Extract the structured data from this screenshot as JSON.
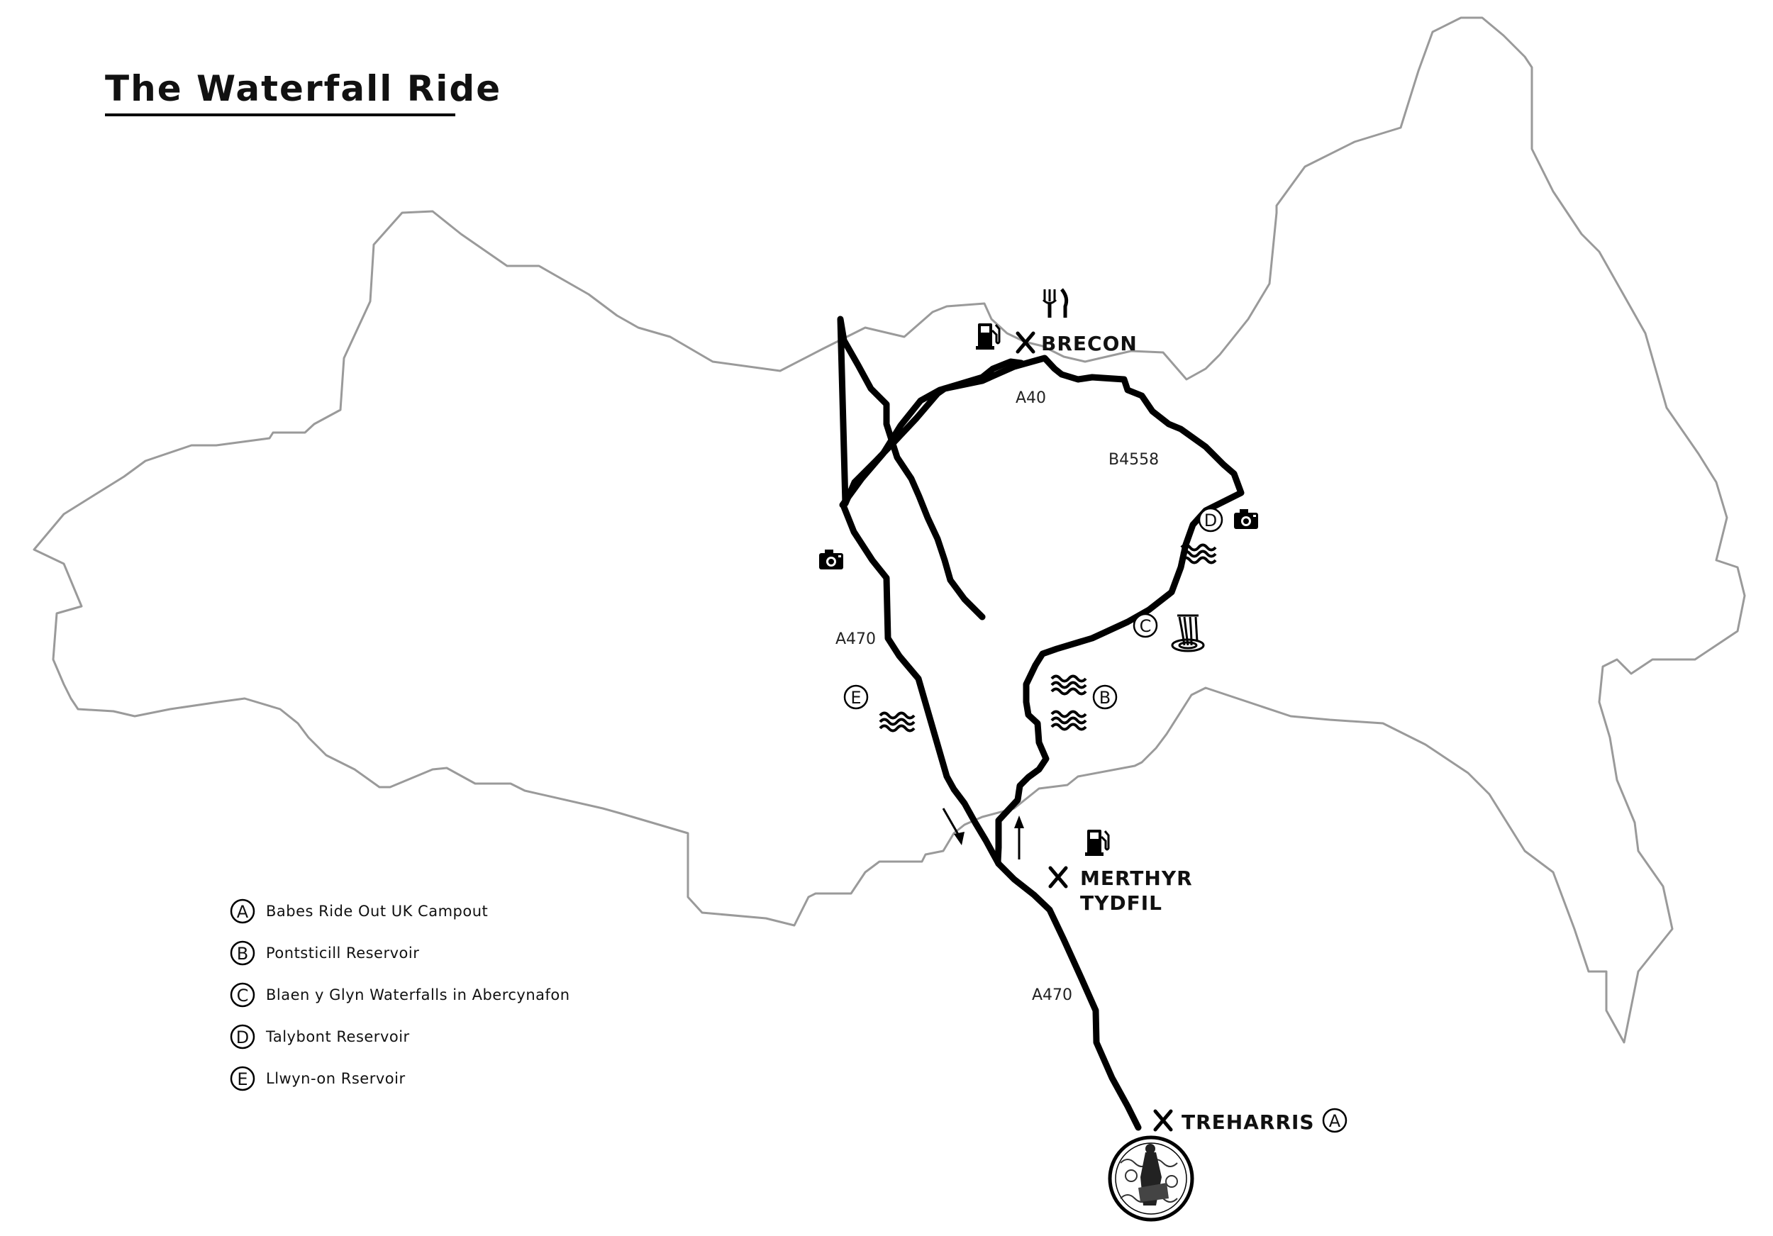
{
  "title": "The Waterfall Ride",
  "places": {
    "brecon": "BRECON",
    "merthyr_line1": "MERTHYR",
    "merthyr_line2": "TYDFIL",
    "treharris": "TREHARRIS"
  },
  "roads": {
    "a40": "A40",
    "b4558": "B4558",
    "a470_west": "A470",
    "a470_south": "A470"
  },
  "markers": {
    "a": "A",
    "b": "B",
    "c": "C",
    "d": "D",
    "e": "E"
  },
  "legend": [
    {
      "letter": "A",
      "label": "Babes Ride Out UK Campout"
    },
    {
      "letter": "B",
      "label": "Pontsticill Reservoir"
    },
    {
      "letter": "C",
      "label": "Blaen y Glyn Waterfalls in Abercynafon"
    },
    {
      "letter": "D",
      "label": "Talybont Reservoir"
    },
    {
      "letter": "E",
      "label": "Llwyn-on Rservoir"
    }
  ],
  "icons": [
    "fuel-pump-icon",
    "cutlery-icon",
    "camera-icon",
    "water-waves-icon",
    "waterfall-icon",
    "town-cross-icon",
    "direction-arrow-icon",
    "badge-emblem-icon"
  ],
  "colors": {
    "route": "#000000",
    "boundary": "#9a9a9a",
    "background": "#ffffff"
  }
}
